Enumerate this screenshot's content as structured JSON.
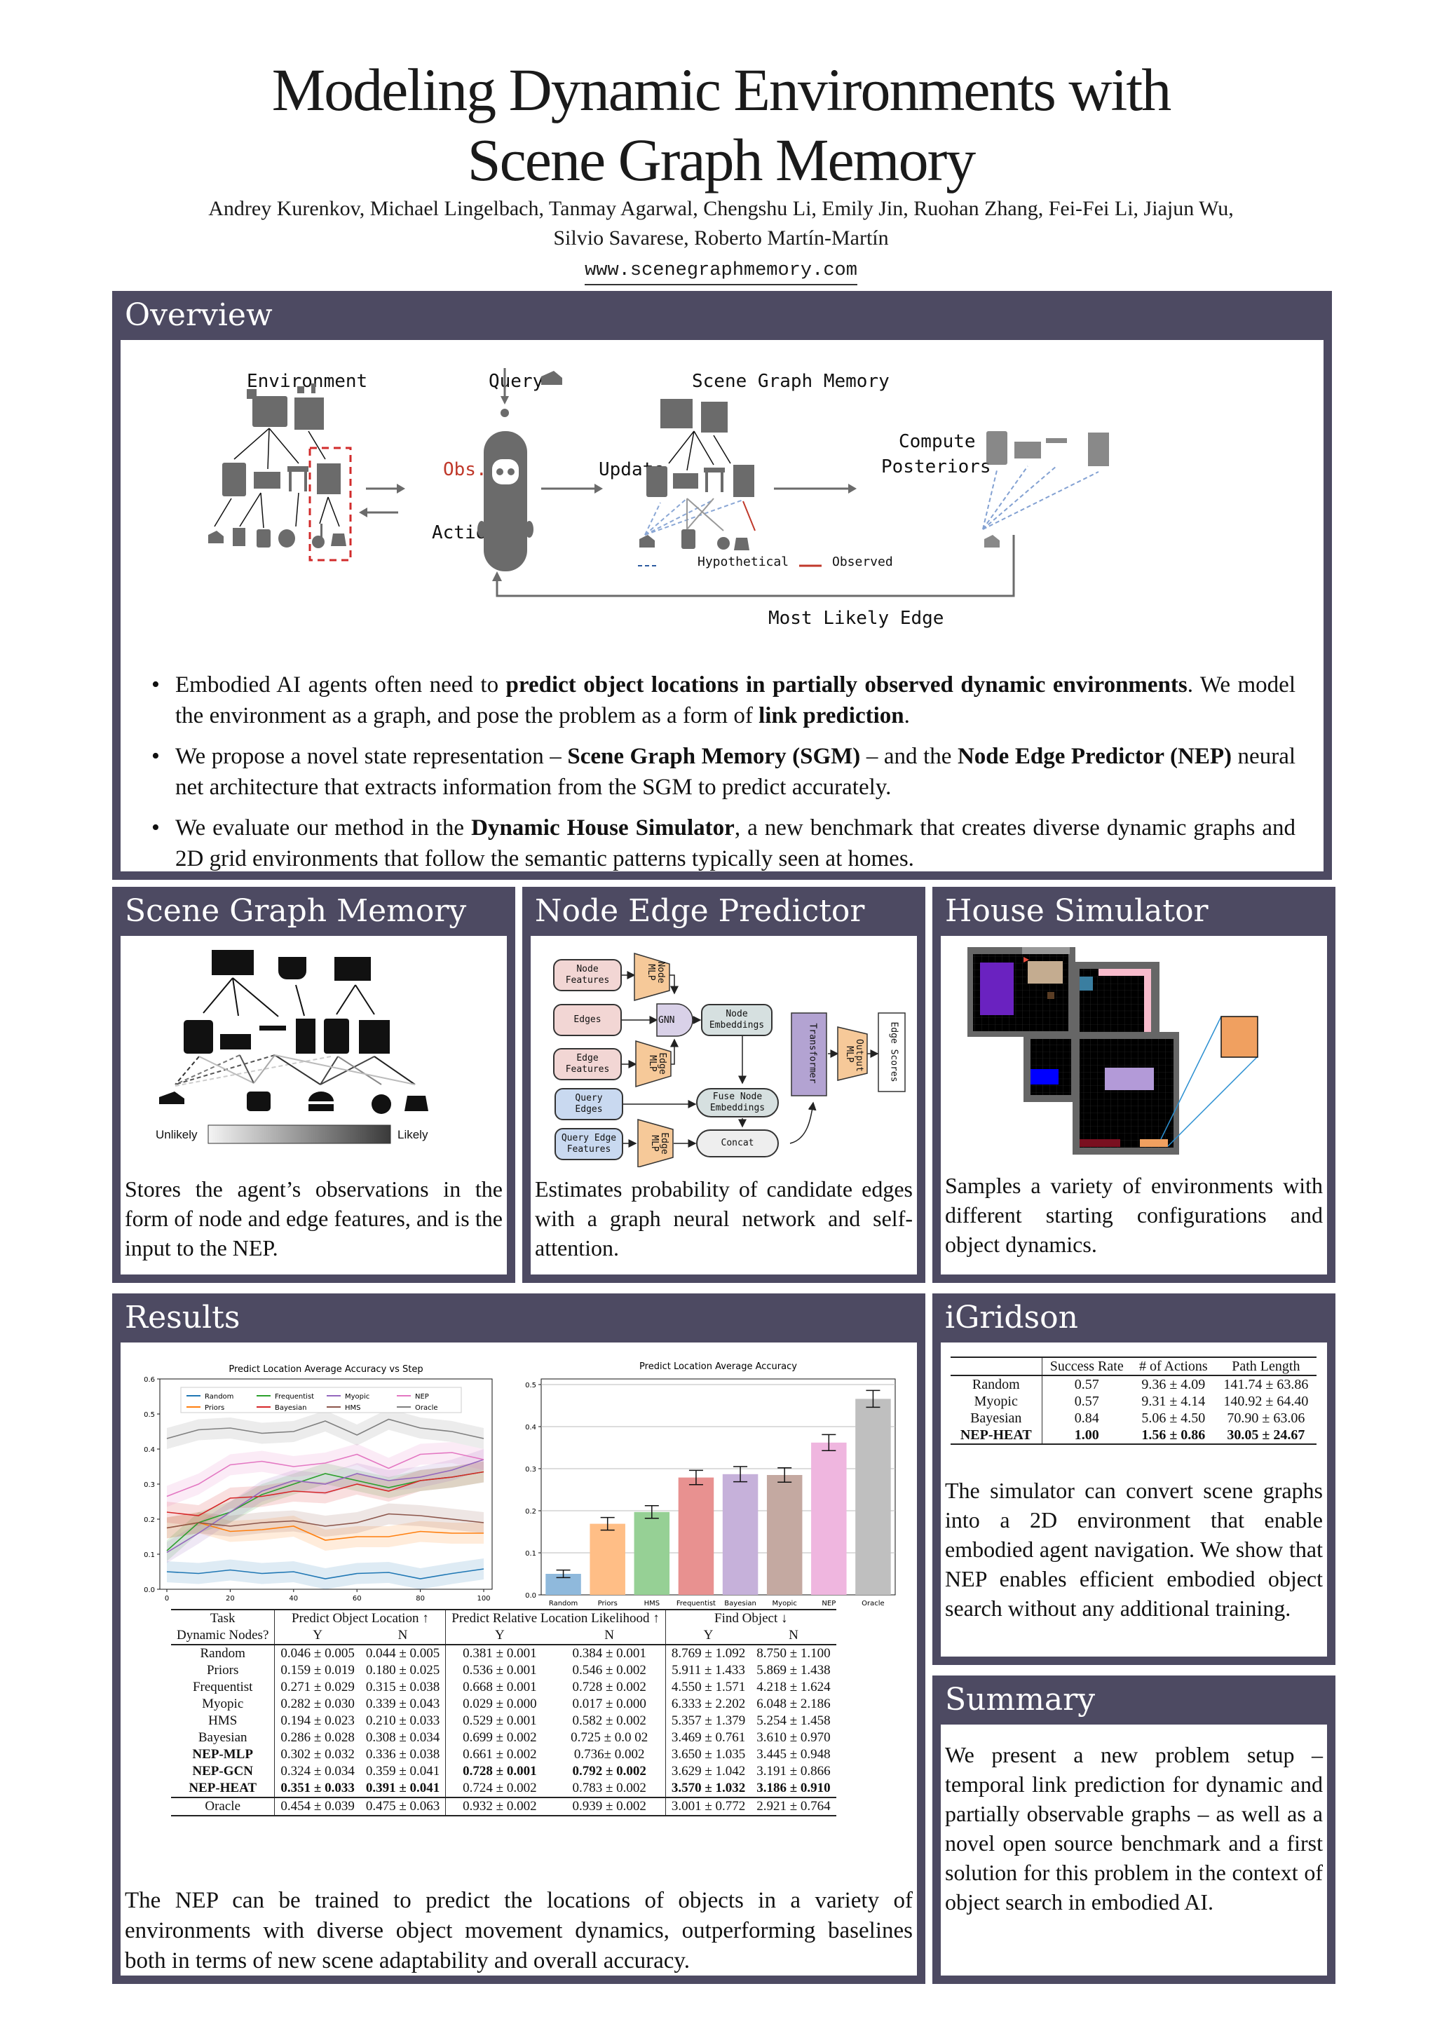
{
  "header": {
    "title_line1": "Modeling Dynamic Environments with",
    "title_line2": "Scene Graph Memory",
    "authors_line1": "Andrey Kurenkov, Michael Lingelbach, Tanmay Agarwal, Chengshu Li, Emily Jin, Ruohan Zhang, Fei-Fei Li, Jiajun Wu,",
    "authors_line2": "Silvio Savarese, Roberto Martín-Martín",
    "url": "www.scenegraphmemory.com"
  },
  "colors": {
    "panel_header": "#4d4a62",
    "observed_edge": "#c0392b",
    "hypothetical_edge": "#2c5aa0",
    "obs_box": "#d12b2b"
  },
  "overview": {
    "title": "Overview",
    "figure": {
      "environment_label": "Environment",
      "query_label": "Query",
      "sgm_label": "Scene Graph Memory",
      "obs_label": "Obs.",
      "action_label": "Action",
      "update_label": "Update",
      "compute_label_1": "Compute",
      "compute_label_2": "Posteriors",
      "most_likely_label": "Most Likely Edge",
      "legend_hypothetical": "Hypothetical",
      "legend_observed": "Observed"
    },
    "bullets": [
      {
        "parts": [
          {
            "t": "Embodied AI agents often need to ",
            "b": false
          },
          {
            "t": "predict object locations in partially observed dynamic environments",
            "b": true
          },
          {
            "t": ". We model the environment as a graph, and pose the problem as a form of ",
            "b": false
          },
          {
            "t": "link prediction",
            "b": true
          },
          {
            "t": ".",
            "b": false
          }
        ]
      },
      {
        "parts": [
          {
            "t": "We propose a novel state representation – ",
            "b": false
          },
          {
            "t": "Scene Graph Memory (SGM)",
            "b": true
          },
          {
            "t": " – and the ",
            "b": false
          },
          {
            "t": "Node Edge Predictor (NEP)",
            "b": true
          },
          {
            "t": " neural net architecture that extracts information from the SGM to predict accurately.",
            "b": false
          }
        ]
      },
      {
        "parts": [
          {
            "t": "We evaluate our method in the ",
            "b": false
          },
          {
            "t": "Dynamic House Simulator",
            "b": true
          },
          {
            "t": ", a new benchmark that creates diverse dynamic graphs and 2D grid environments that follow the semantic patterns typically seen at homes.",
            "b": false
          }
        ]
      }
    ]
  },
  "sgm": {
    "title": "Scene Graph Memory",
    "scale_low": "Unlikely",
    "scale_high": "Likely",
    "text": "Stores the agent’s observations in the form of node and edge features, and is the input to the NEP."
  },
  "nep": {
    "title": "Node Edge Predictor",
    "diagram": {
      "node_features": [
        "Node",
        "Features"
      ],
      "node_mlp": [
        "Node",
        "MLP"
      ],
      "edges": "Edges",
      "gnn": "GNN",
      "node_embeddings": [
        "Node",
        "Embeddings"
      ],
      "edge_features": [
        "Edge",
        "Features"
      ],
      "edge_mlp": [
        "Edge",
        "MLP"
      ],
      "query_edges": [
        "Query",
        "Edges"
      ],
      "fuse": [
        "Fuse Node",
        "Embeddings"
      ],
      "query_edge_features": [
        "Query Edge",
        "Features"
      ],
      "query_edge_mlp": [
        "Edge",
        "MLP"
      ],
      "concat": "Concat",
      "transformer": "Transformer",
      "output_mlp": [
        "Output",
        "MLP"
      ],
      "edge_scores": "Edge Scores"
    },
    "text": "Estimates probability of candidate edges with a graph neural network and self-attention."
  },
  "house": {
    "title": "House Simulator",
    "text": "Samples a variety of environments with different starting configurations and object dynamics."
  },
  "results": {
    "title": "Results",
    "text": "The NEP can be trained to predict the locations of objects in a variety of environments with diverse object movement dynamics, outperforming baselines both in terms of new scene adaptability and overall accuracy.",
    "table": {
      "task_label": "Task",
      "dyn_label": "Dynamic Nodes?",
      "groups": [
        "Predict Object Location ↑",
        "Predict Relative Location Likelihood ↑",
        "Find Object ↓"
      ],
      "sub": [
        "Y",
        "N",
        "Y",
        "N",
        "Y",
        "N"
      ],
      "rows": [
        {
          "name": "Random",
          "bold_name": false,
          "cells": [
            "0.046 ± 0.005",
            "0.044 ± 0.005",
            "0.381 ± 0.001",
            "0.384 ± 0.001",
            "8.769 ± 1.092",
            "8.750 ± 1.100"
          ],
          "bold": [
            false,
            false,
            false,
            false,
            false,
            false
          ]
        },
        {
          "name": "Priors",
          "bold_name": false,
          "cells": [
            "0.159 ± 0.019",
            "0.180 ± 0.025",
            "0.536 ± 0.001",
            "0.546 ± 0.002",
            "5.911 ± 1.433",
            "5.869 ± 1.438"
          ],
          "bold": [
            false,
            false,
            false,
            false,
            false,
            false
          ]
        },
        {
          "name": "Frequentist",
          "bold_name": false,
          "cells": [
            "0.271 ± 0.029",
            "0.315 ± 0.038",
            "0.668 ± 0.001",
            "0.728 ± 0.002",
            "4.550 ± 1.571",
            "4.218 ± 1.624"
          ],
          "bold": [
            false,
            false,
            false,
            false,
            false,
            false
          ]
        },
        {
          "name": "Myopic",
          "bold_name": false,
          "cells": [
            "0.282 ± 0.030",
            "0.339 ± 0.043",
            "0.029 ± 0.000",
            "0.017 ± 0.000",
            "6.333 ± 2.202",
            "6.048 ± 2.186"
          ],
          "bold": [
            false,
            false,
            false,
            false,
            false,
            false
          ]
        },
        {
          "name": "HMS",
          "bold_name": false,
          "cells": [
            "0.194 ± 0.023",
            "0.210 ± 0.033",
            "0.529 ± 0.001",
            "0.582 ± 0.002",
            "5.357 ± 1.379",
            "5.254 ± 1.458"
          ],
          "bold": [
            false,
            false,
            false,
            false,
            false,
            false
          ]
        },
        {
          "name": "Bayesian",
          "bold_name": false,
          "cells": [
            "0.286 ± 0.028",
            "0.308 ± 0.034",
            "0.699 ± 0.002",
            "0.725 ± 0.0 02",
            "3.469 ± 0.761",
            "3.610 ± 0.970"
          ],
          "bold": [
            false,
            false,
            false,
            false,
            false,
            false
          ]
        },
        {
          "name": "NEP-MLP",
          "bold_name": true,
          "cells": [
            "0.302 ± 0.032",
            "0.336 ± 0.038",
            "0.661 ± 0.002",
            "0.736± 0.002",
            "3.650 ± 1.035",
            "3.445 ± 0.948"
          ],
          "bold": [
            false,
            false,
            false,
            false,
            false,
            false
          ]
        },
        {
          "name": "NEP-GCN",
          "bold_name": true,
          "cells": [
            "0.324 ± 0.034",
            "0.359 ± 0.041",
            "0.728 ± 0.001",
            "0.792 ± 0.002",
            "3.629 ± 1.042",
            "3.191 ± 0.866"
          ],
          "bold": [
            false,
            false,
            true,
            true,
            false,
            false
          ]
        },
        {
          "name": "NEP-HEAT",
          "bold_name": true,
          "cells": [
            "0.351 ± 0.033",
            "0.391 ± 0.041",
            "0.724 ± 0.002",
            "0.783 ± 0.002",
            "3.570 ± 1.032",
            "3.186 ± 0.910"
          ],
          "bold": [
            true,
            true,
            false,
            false,
            true,
            true
          ]
        }
      ],
      "oracle": {
        "name": "Oracle",
        "cells": [
          "0.454 ± 0.039",
          "0.475 ± 0.063",
          "0.932 ± 0.002",
          "0.939 ± 0.002",
          "3.001 ± 0.772",
          "2.921 ± 0.764"
        ]
      }
    }
  },
  "igridson": {
    "title": "iGridson",
    "table": {
      "headers": [
        "",
        "Success Rate",
        "# of Actions",
        "Path Length"
      ],
      "rows": [
        {
          "name": "Random",
          "cells": [
            "0.57",
            "9.36 ± 4.09",
            "141.74 ± 63.86"
          ],
          "bold": false
        },
        {
          "name": "Myopic",
          "cells": [
            "0.57",
            "9.31 ± 4.14",
            "140.92 ± 64.40"
          ],
          "bold": false
        },
        {
          "name": "Bayesian",
          "cells": [
            "0.84",
            "5.06 ± 4.50",
            "70.90 ± 63.06"
          ],
          "bold": false
        },
        {
          "name": "NEP-HEAT",
          "cells": [
            "1.00",
            "1.56 ± 0.86",
            "30.05 ± 24.67"
          ],
          "bold": true
        }
      ]
    },
    "text": "The simulator can convert scene graphs into a 2D environment that enable embodied agent navigation. We show that NEP enables efficient embodied object search without any additional training."
  },
  "summary": {
    "title": "Summary",
    "text": "We present a new problem setup – temporal link prediction for dynamic and partially observable graphs – as well as a novel open source benchmark and a first solution for this problem in the context of object search in embodied AI."
  },
  "chart_data": [
    {
      "type": "line",
      "title": "Predict Location Average Accuracy vs Step",
      "xlabel": "",
      "ylabel": "",
      "xlim": [
        0,
        100
      ],
      "ylim": [
        0,
        0.6
      ],
      "xticks": [
        0,
        20,
        40,
        60,
        80,
        100
      ],
      "yticks": [
        0.0,
        0.1,
        0.2,
        0.3,
        0.4,
        0.5,
        0.6
      ],
      "legend_position": "top",
      "x": [
        0,
        10,
        20,
        30,
        40,
        50,
        60,
        70,
        80,
        90,
        100
      ],
      "series": [
        {
          "name": "Random",
          "color": "#1f77b4",
          "values": [
            0.05,
            0.045,
            0.055,
            0.045,
            0.05,
            0.03,
            0.045,
            0.048,
            0.03,
            0.045,
            0.058
          ]
        },
        {
          "name": "Priors",
          "color": "#ff7f0e",
          "values": [
            0.175,
            0.19,
            0.165,
            0.17,
            0.18,
            0.14,
            0.15,
            0.15,
            0.165,
            0.16,
            0.16
          ]
        },
        {
          "name": "Frequentist",
          "color": "#2ca02c",
          "values": [
            0.11,
            0.19,
            0.22,
            0.27,
            0.3,
            0.33,
            0.31,
            0.29,
            0.31,
            0.32,
            0.335
          ]
        },
        {
          "name": "Bayesian",
          "color": "#d62728",
          "values": [
            0.22,
            0.21,
            0.26,
            0.265,
            0.28,
            0.275,
            0.3,
            0.28,
            0.31,
            0.32,
            0.335
          ]
        },
        {
          "name": "Myopic",
          "color": "#9467bd",
          "values": [
            0.105,
            0.16,
            0.22,
            0.28,
            0.31,
            0.3,
            0.33,
            0.31,
            0.32,
            0.34,
            0.37
          ]
        },
        {
          "name": "HMS",
          "color": "#8c564b",
          "values": [
            0.175,
            0.19,
            0.18,
            0.19,
            0.195,
            0.18,
            0.19,
            0.215,
            0.21,
            0.2,
            0.19
          ]
        },
        {
          "name": "NEP",
          "color": "#e377c2",
          "values": [
            0.265,
            0.3,
            0.355,
            0.365,
            0.35,
            0.36,
            0.385,
            0.345,
            0.385,
            0.39,
            0.37
          ]
        },
        {
          "name": "Oracle",
          "color": "#7f7f7f",
          "values": [
            0.43,
            0.455,
            0.46,
            0.445,
            0.45,
            0.48,
            0.44,
            0.485,
            0.46,
            0.45,
            0.43
          ]
        }
      ]
    },
    {
      "type": "bar",
      "title": "Predict Location Average Accuracy",
      "xlabel": "",
      "ylabel": "",
      "ylim": [
        0,
        0.5
      ],
      "yticks": [
        0.0,
        0.1,
        0.2,
        0.3,
        0.4,
        0.5
      ],
      "grid": true,
      "categories": [
        "Random",
        "Priors",
        "HMS",
        "Frequentist",
        "Bayesian",
        "Myopic",
        "NEP",
        "Oracle"
      ],
      "values": [
        0.05,
        0.169,
        0.197,
        0.279,
        0.287,
        0.285,
        0.362,
        0.466
      ],
      "errors": [
        0.009,
        0.015,
        0.015,
        0.017,
        0.018,
        0.017,
        0.019,
        0.02
      ],
      "colors": [
        "#8fb9dc",
        "#ffbe86",
        "#96d095",
        "#e89190",
        "#c6b1da",
        "#c4a9a1",
        "#efb6df",
        "#bfbfbf"
      ]
    }
  ]
}
